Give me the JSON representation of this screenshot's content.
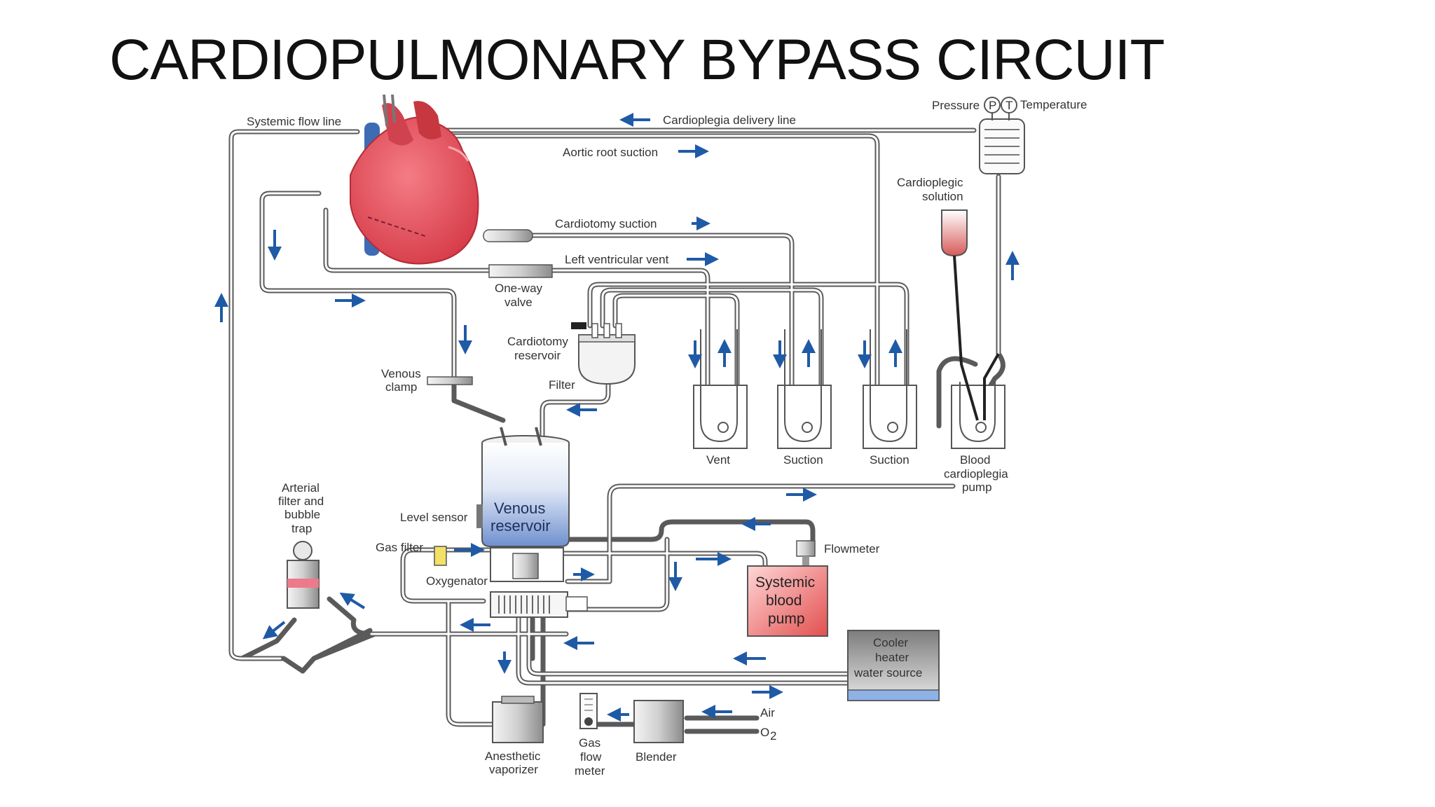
{
  "slide": {
    "title": "CARDIOPULMONARY BYPASS CIRCUIT"
  },
  "labels": {
    "systemic_flow_line": "Systemic flow line",
    "cardioplegia_delivery_line": "Cardioplegia delivery line",
    "aortic_root_suction": "Aortic root suction",
    "cardiotomy_suction": "Cardiotomy suction",
    "left_ventricular_vent": "Left ventricular vent",
    "one_way_valve": [
      "One-way",
      "valve"
    ],
    "cardiotomy_reservoir": [
      "Cardiotomy",
      "reservoir"
    ],
    "venous_clamp": [
      "Venous",
      "clamp"
    ],
    "filter": "Filter",
    "pressure": "Pressure",
    "temperature": "Temperature",
    "p_symbol": "P",
    "t_symbol": "T",
    "cardioplegic_solution": [
      "Cardioplegic",
      "solution"
    ],
    "vent": "Vent",
    "suction_1": "Suction",
    "suction_2": "Suction",
    "blood_cardioplegia_pump": [
      "Blood",
      "cardioplegia",
      "pump"
    ],
    "arterial_filter": [
      "Arterial",
      "filter and",
      "bubble",
      "trap"
    ],
    "level_sensor": "Level sensor",
    "venous_reservoir": [
      "Venous",
      "reservoir"
    ],
    "gas_filter": "Gas filter",
    "oxygenator": "Oxygenator",
    "flowmeter": "Flowmeter",
    "systemic_blood_pump": [
      "Systemic",
      "blood",
      "pump"
    ],
    "cooler_heater": [
      "Cooler",
      "heater",
      "water source"
    ],
    "air": "Air",
    "o2": "O",
    "o2_sub": "2",
    "anesthetic_vaporizer": [
      "Anesthetic",
      "vaporizer"
    ],
    "gas_flow_meter": [
      "Gas",
      "flow",
      "meter"
    ],
    "blender": "Blender"
  },
  "colors": {
    "heart": "#e2505a",
    "arrow": "#1f5aa6",
    "tube": "#555555",
    "venous_reservoir_fill": "#7f9fd6",
    "systemic_pump_fill": "#e86a6a",
    "cooler_fill": "#b0b0b0"
  }
}
